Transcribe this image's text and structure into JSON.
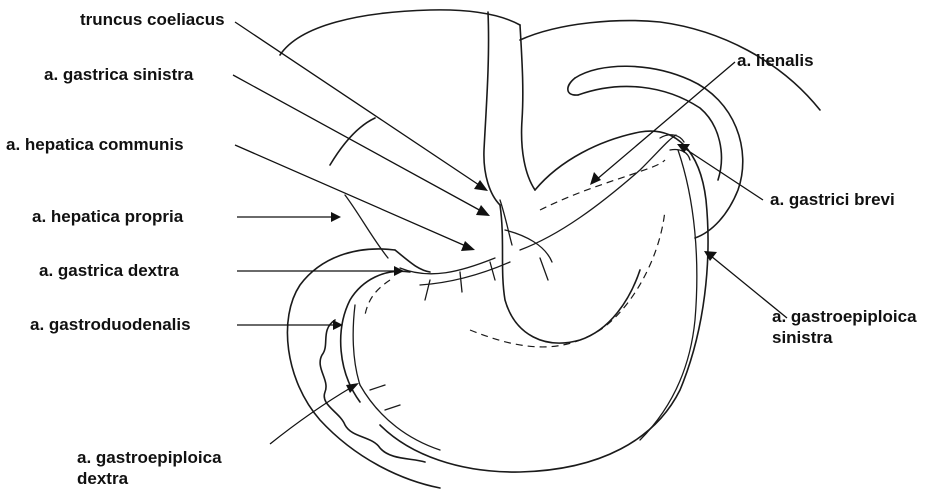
{
  "labels": {
    "truncus_coeliacus": "truncus coeliacus",
    "gastrica_sinistra": "a. gastrica sinistra",
    "hepatica_communis": "a. hepatica communis",
    "hepatica_propria": "a. hepatica propria",
    "gastrica_dextra": "a. gastrica dextra",
    "gastroduodenalis": "a. gastroduodenalis",
    "gastroepiploica_dextra_1": "a. gastroepiploica",
    "gastroepiploica_dextra_2": "dextra",
    "lienalis": "a. lienalis",
    "gastrici_brevi": "a. gastrici brevi",
    "gastroepiploica_sinistra_1": "a. gastroepiploica",
    "gastroepiploica_sinistra_2": "sinistra"
  },
  "colors": {
    "ink": "#111111",
    "background": "#ffffff"
  }
}
